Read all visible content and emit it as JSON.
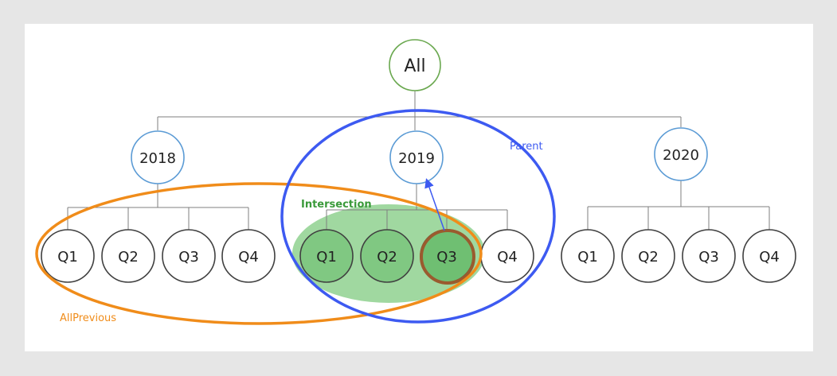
{
  "diagram": {
    "root": {
      "label": "All"
    },
    "years": [
      {
        "label": "2018",
        "quarters": [
          "Q1",
          "Q2",
          "Q3",
          "Q4"
        ]
      },
      {
        "label": "2019",
        "quarters": [
          "Q1",
          "Q2",
          "Q3",
          "Q4"
        ]
      },
      {
        "label": "2020",
        "quarters": [
          "Q1",
          "Q2",
          "Q3",
          "Q4"
        ]
      }
    ],
    "annotations": {
      "parent": "Parent",
      "intersection": "Intersection",
      "all_previous": "AllPrevious"
    },
    "colors": {
      "root_stroke": "#6aa84f",
      "year_stroke": "#5b9bd5",
      "quarter_stroke": "#404040",
      "connector": "#7f7f7f",
      "parent": "#3d5af1",
      "all_previous": "#f08c1a",
      "intersection_fill": "#8fd18f",
      "intersection_text": "#3a9a3a",
      "highlight_q3": "#9a5b2e",
      "highlight_fill": "#66bb6a"
    }
  }
}
